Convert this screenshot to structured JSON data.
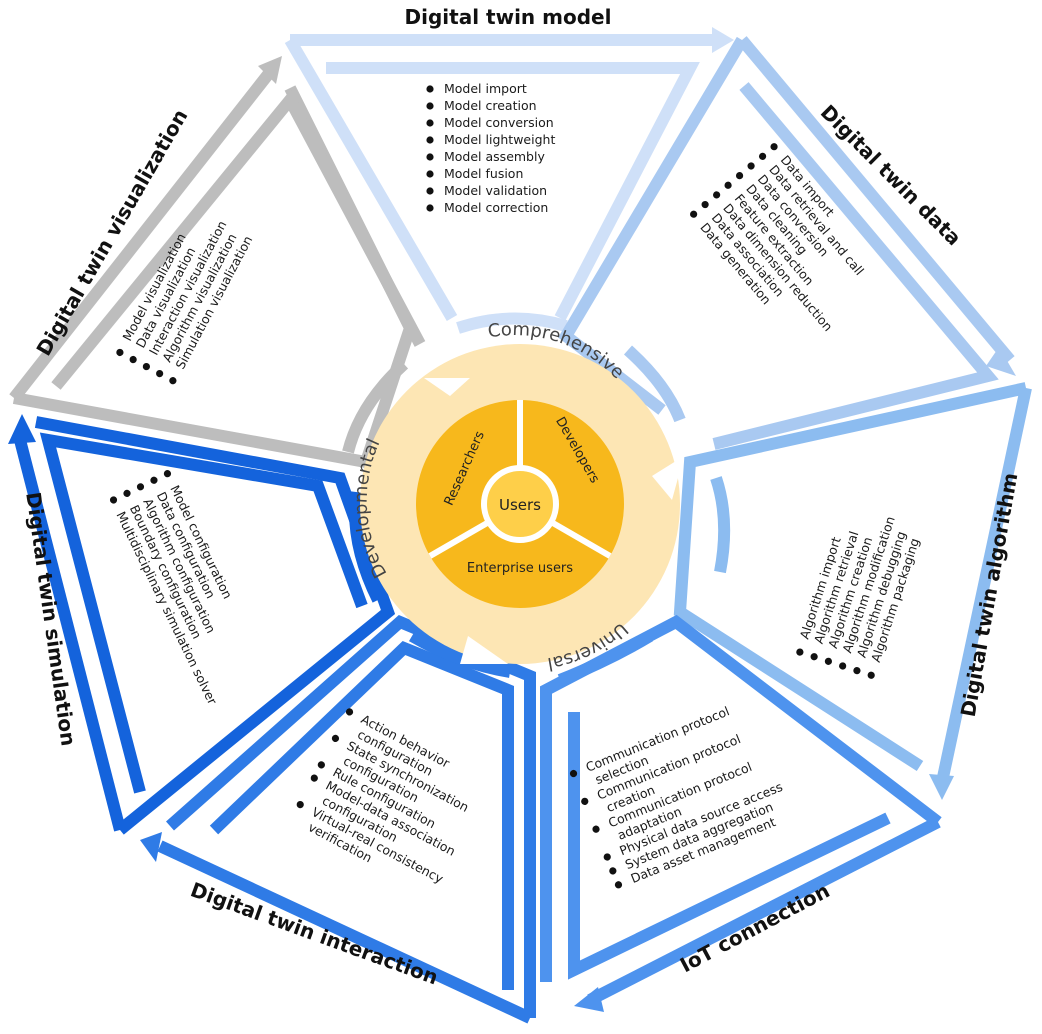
{
  "colors": {
    "model": "#cfe0f8",
    "data": "#a9c9f1",
    "algorithm": "#8cbcf0",
    "iot": "#4e93ee",
    "interaction": "#2f7be6",
    "simulation": "#1463dc",
    "visualization": "#bdbdbd",
    "ring_outer": "#fde6b4",
    "ring_inner": "#f7b81c",
    "ring_center": "#fecf49"
  },
  "sections": [
    {
      "key": "model",
      "title": "Digital twin model",
      "items": [
        "Model import",
        "Model creation",
        "Model conversion",
        "Model lightweight",
        "Model assembly",
        "Model fusion",
        "Model validation",
        "Model correction"
      ]
    },
    {
      "key": "data",
      "title": "Digital twin data",
      "items": [
        "Data import",
        "Data retrieval and call",
        "Data conversion",
        "Data cleaning",
        "Feature extraction",
        "Data dimension reduction",
        "Data association",
        "Data generation"
      ]
    },
    {
      "key": "algorithm",
      "title": "Digital twin algorithm",
      "items": [
        "Algorithm import",
        "Algorithm retrieval",
        "Algorithm creation",
        "Algorithm modification",
        "Algorithm debugging",
        "Algorithm packaging"
      ]
    },
    {
      "key": "iot",
      "title": "IoT connection",
      "items": [
        [
          "Communication protocol",
          "selection"
        ],
        [
          "Communication protocol",
          "creation"
        ],
        [
          "Communication protocol",
          "adaptation"
        ],
        [
          "Physical data source access"
        ],
        [
          "System data aggregation"
        ],
        [
          "Data asset management"
        ]
      ]
    },
    {
      "key": "interaction",
      "title": "Digital twin interaction",
      "items": [
        [
          "Action behavior",
          "configuration"
        ],
        [
          "State synchronization",
          "configuration"
        ],
        [
          "Rule configuration"
        ],
        [
          "Model-data association",
          "configuration"
        ],
        [
          "Virtual-real consistency",
          "verification"
        ]
      ]
    },
    {
      "key": "simulation",
      "title": "Digital twin simulation",
      "items": [
        "Model configuration",
        "Data configuration",
        "Algorithm configuration",
        "Boundary configuration",
        "Multidisciplinary simulation solver"
      ]
    },
    {
      "key": "visualization",
      "title": "Digital twin visualization",
      "items": [
        "Model visualization",
        "Data visualization",
        "Interaction visualization",
        "Algorithm visualization",
        "Simulation visualization"
      ]
    }
  ],
  "center": {
    "ring_labels": [
      "Comprehensive",
      "Universal",
      "Developmental"
    ],
    "petals": [
      "Researchers",
      "Developers",
      "Enterprise users"
    ],
    "core": "Users"
  }
}
